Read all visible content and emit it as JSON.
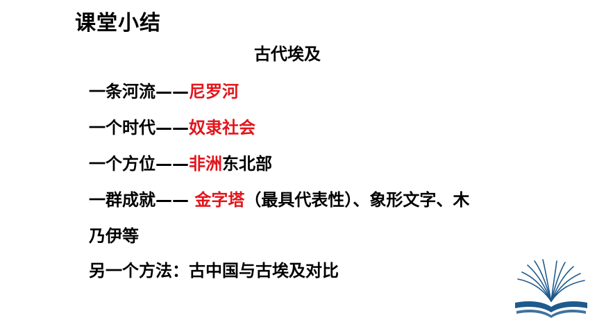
{
  "slide": {
    "title": "课堂小结",
    "subtitle": "古代埃及",
    "lines": [
      {
        "prefix": "一条河流——",
        "highlight": "尼罗河",
        "suffix": ""
      },
      {
        "prefix": "一个时代——",
        "highlight": "奴隶社会",
        "suffix": ""
      },
      {
        "prefix": "一个方位——",
        "highlight": "非洲",
        "suffix": "东北部"
      },
      {
        "prefix": "一群成就—— ",
        "highlight": "金字塔",
        "suffix": "（最具代表性）、象形文字、木"
      },
      {
        "prefix": "乃伊等",
        "highlight": "",
        "suffix": ""
      },
      {
        "prefix": "另一个方法：古中国与古埃及对比",
        "highlight": "",
        "suffix": ""
      }
    ],
    "colors": {
      "highlight": "#e3141b",
      "text": "#000000",
      "book": "#1f5a8c"
    },
    "decoration_icon": "open-book-icon"
  }
}
